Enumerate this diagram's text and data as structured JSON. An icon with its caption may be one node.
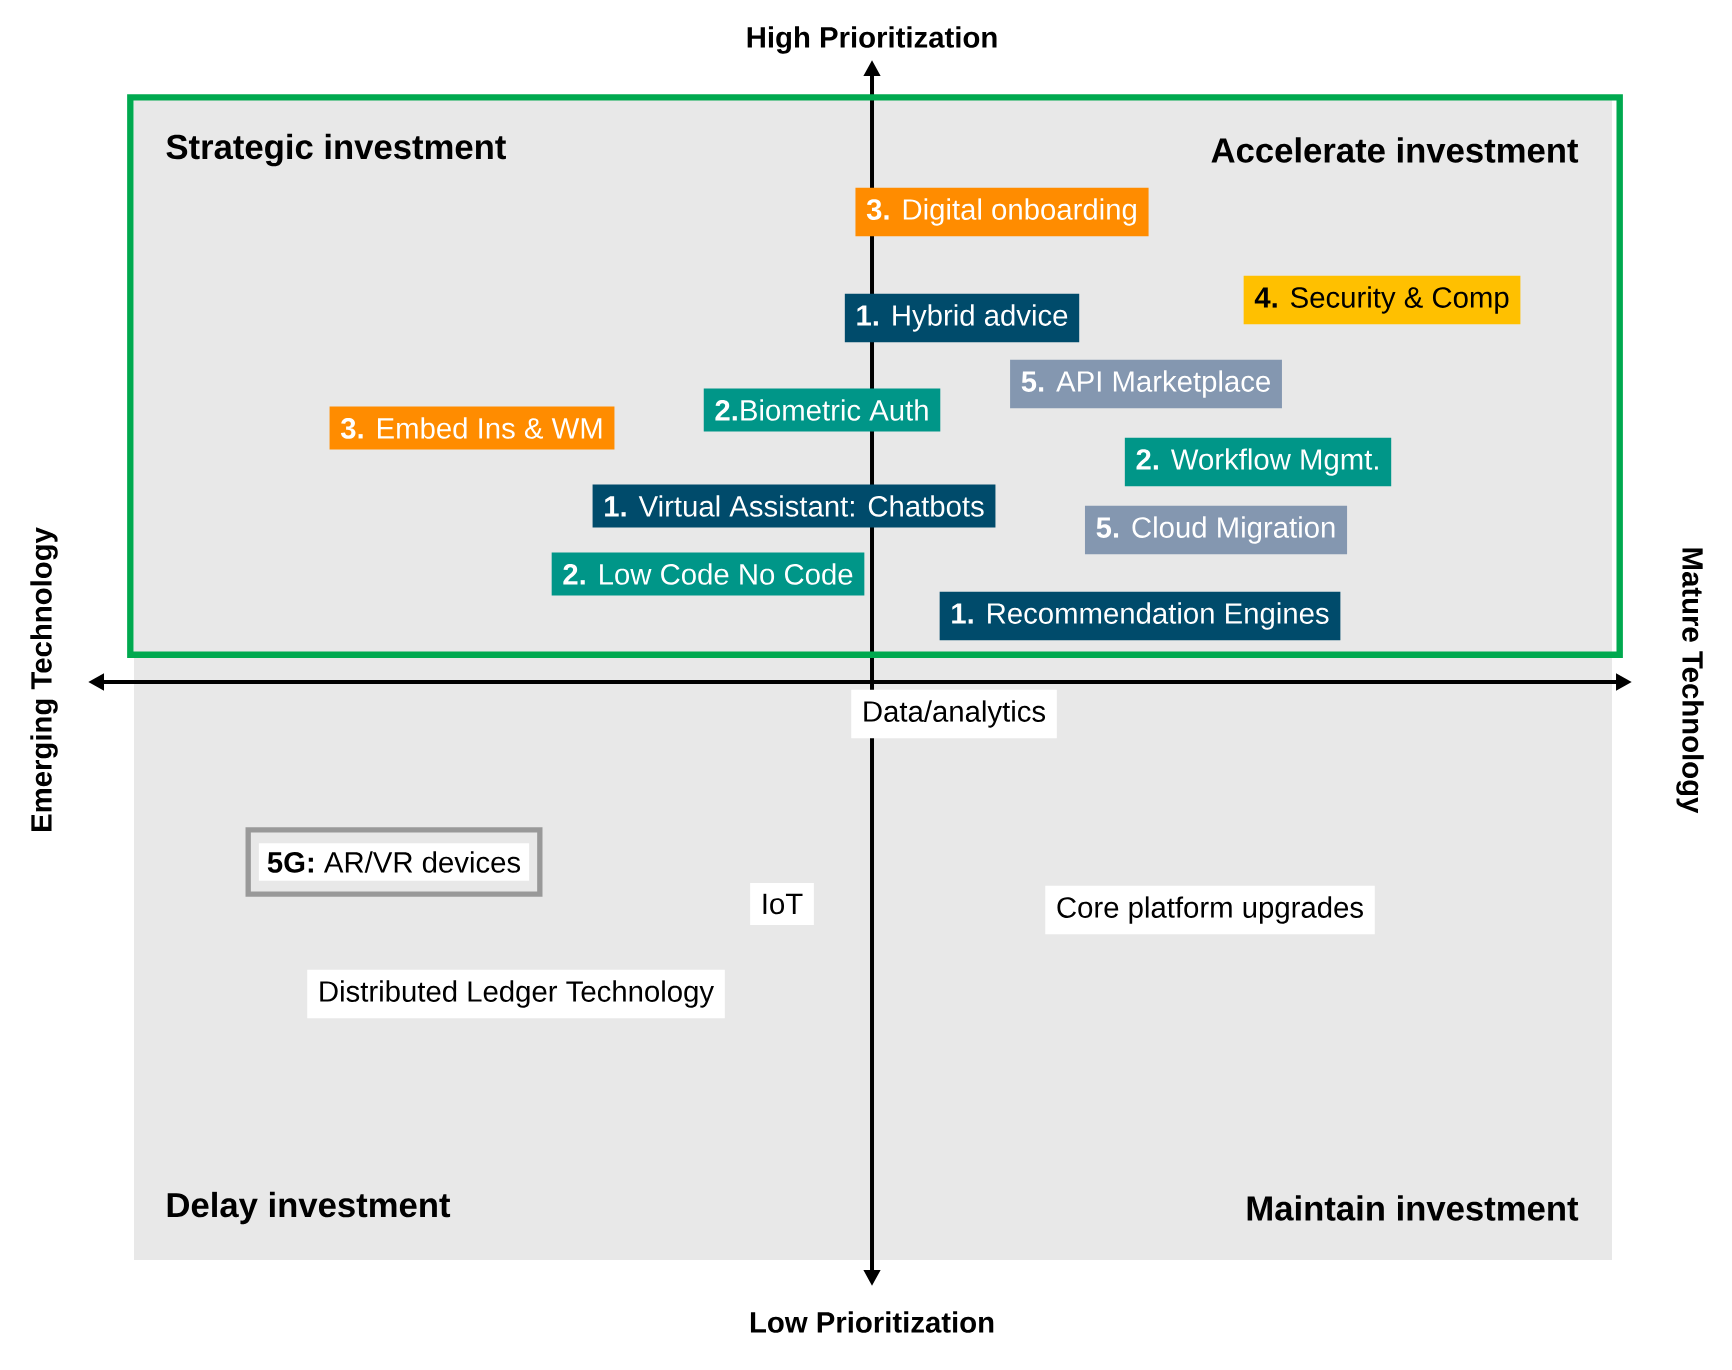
{
  "diagram": {
    "nodes": [
      {
        "text": [
          "Strategic investment",
          "Accelerate investment"
        ]
      },
      {
        "text": [
          "**3.** Digital onboarding"
        ],
        "in": 0
      },
      {
        "text": [
          "**4.** Security & Comp"
        ],
        "in": 0
      },
      {
        "text": [
          "**1.** Hybrid advice"
        ],
        "in": 0
      },
      {
        "text": [
          "**5.** API Marketplace"
        ],
        "in": 0
      },
      {
        "text": [
          "**2.**Biometric Auth"
        ],
        "in": 0
      },
      {
        "text": [
          "**3.** Embed Ins & WM"
        ],
        "in": 0
      },
      {
        "text": [
          "**2.** Workflow Mgmt."
        ],
        "in": 0
      },
      {
        "text": [
          "**1.** Virtual Assistant: Chatbots"
        ],
        "in": 0
      },
      {
        "text": [
          "**5.** Cloud Migration"
        ],
        "in": 0
      },
      {
        "text": [
          "**2.** Low Code No Code"
        ],
        "in": 0
      },
      {
        "text": [
          "**1.** Recommendation Engines"
        ],
        "in": 0
      },
      {
        "text": [
          "Data/analytics"
        ]
      },
      {
        "text": [
          "**5G:** AR/VR devices"
        ]
      },
      {
        "text": [
          "IoT"
        ]
      },
      {
        "text": [
          "Core platform upgrades"
        ]
      },
      {
        "text": [
          "Distributed Ledger Technology"
        ]
      }
    ],
    "labels": [
      "High Prioritization",
      "Emerging Technology",
      "Mature Technology",
      "Delay investment",
      "Maintain investment",
      "Low Prioritization"
    ]
  }
}
